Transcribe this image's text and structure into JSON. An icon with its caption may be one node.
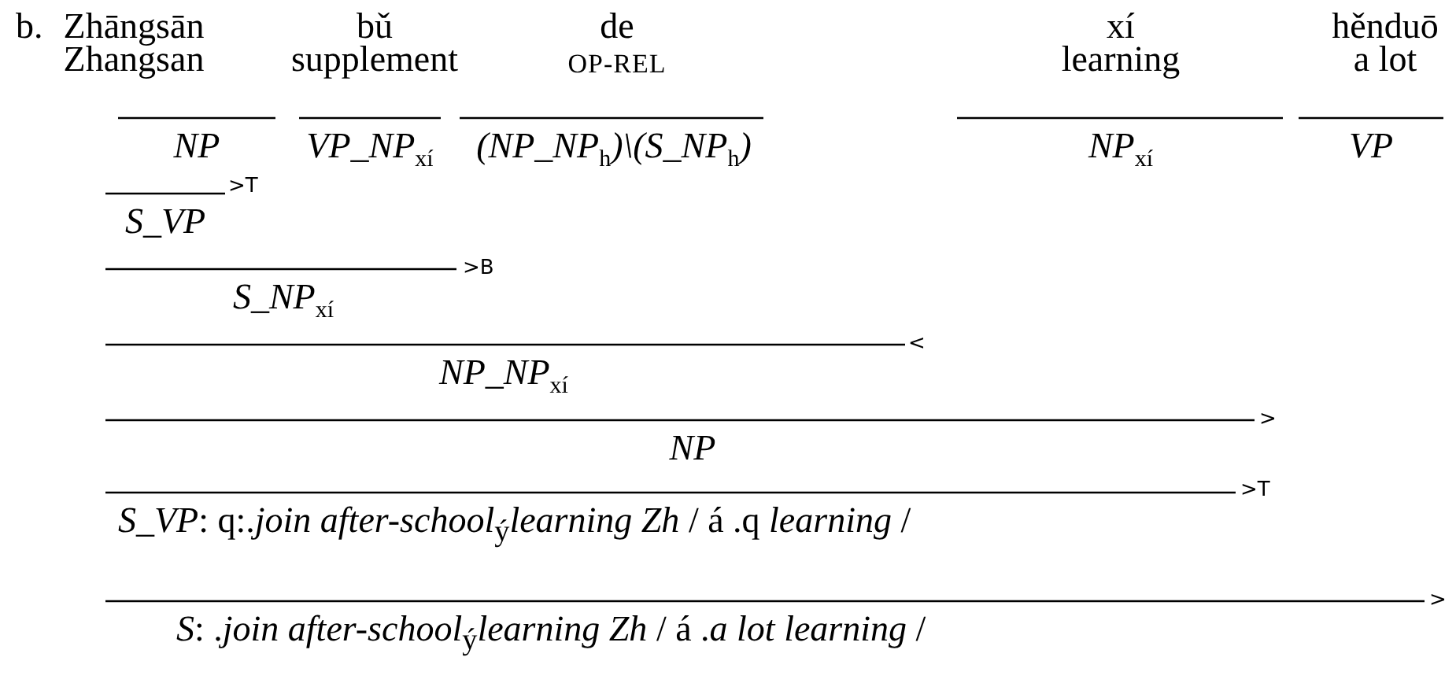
{
  "diagram": {
    "labels": [
      "b.",
      "Zhāngsān",
      "bǔ",
      "de",
      "xí",
      "hěnduō",
      "Zhangsan",
      "supplement",
      "OP-REL",
      "learning",
      "a lot",
      "NP",
      "VP_NP$_{xí}$",
      "(NP_NP$_{h}$)\\(S_NP$_{h}$)",
      "NP$_{xí}$",
      "VP",
      ">T",
      "S_VP",
      ">B",
      "S_NP$_{xí}$",
      "<",
      "NP_NP$_{xí}$",
      ">",
      "NP",
      ">T",
      "*S_VP*:  q:.*join after-school*$_{ý}$*learning* *Zh* / á .q *learning* /",
      ">",
      "*S*:  .*join after-school*$_{ý}$*learning* *Zh* / á .*a lot learning* /"
    ]
  }
}
